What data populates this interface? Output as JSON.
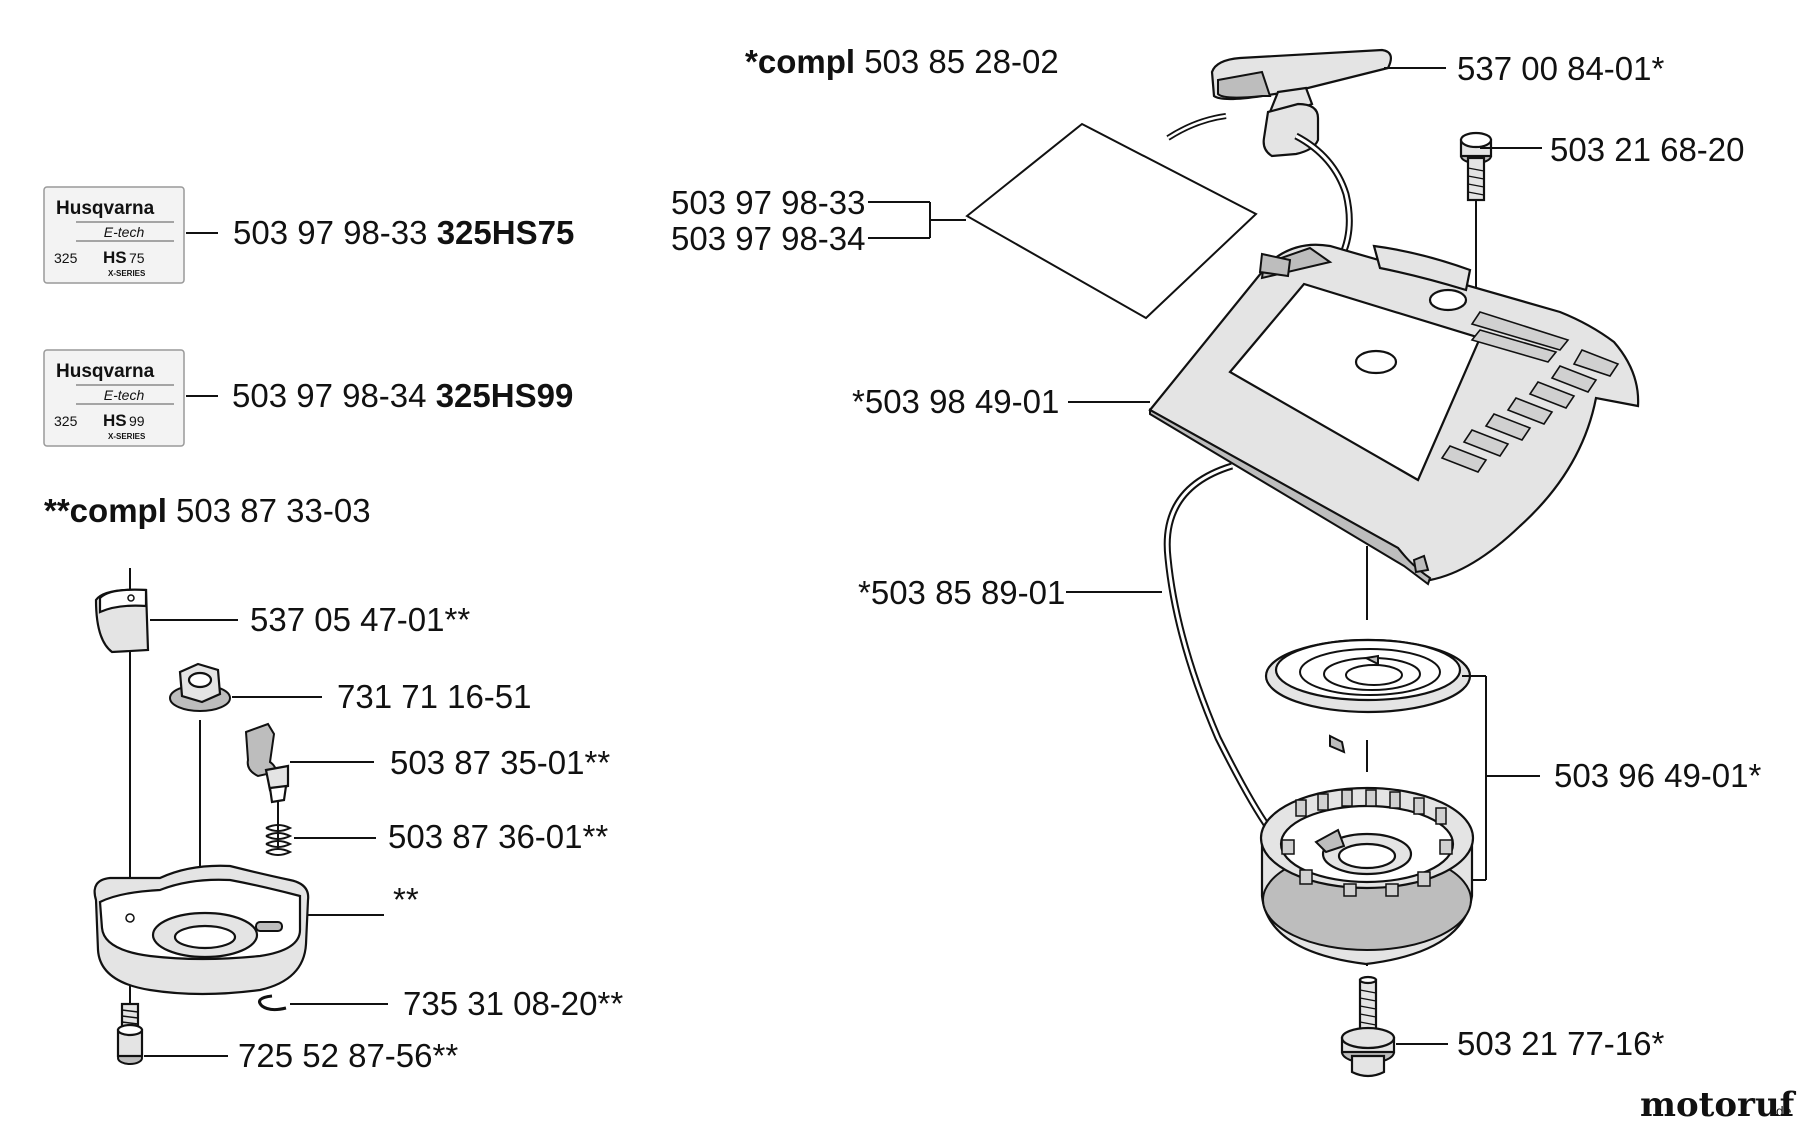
{
  "headers": {
    "compl_main_prefix": "*compl",
    "compl_main_number": "503 85 28-02",
    "compl_sub_prefix": "**compl",
    "compl_sub_number": "503 87 33-03"
  },
  "decals": [
    {
      "brand": "Husqvarna",
      "sub": "E-tech",
      "model_num": "325",
      "series_a": "HS",
      "series_b": "75",
      "series_c": "X-SERIES",
      "part": "503 97 98-33",
      "variant": "325HS75"
    },
    {
      "brand": "Husqvarna",
      "sub": "E-tech",
      "model_num": "325",
      "series_a": "HS",
      "series_b": "99",
      "series_c": "X-SERIES",
      "part": "503 97 98-34",
      "variant": "325HS99"
    }
  ],
  "parts_right": {
    "handle": "537 00 84-01*",
    "screw_top": "503 21 68-20",
    "decal_a": "503 97 98-33",
    "decal_b": "503 97 98-34",
    "cover": "*503 98 49-01",
    "rope": "*503 85 89-01",
    "spring_pulley": "503 96 49-01*",
    "screw_bottom": "503 21 77-16*"
  },
  "parts_left": {
    "pawl": "537 05 47-01**",
    "nut": "731 71 16-51",
    "lever": "503 87 35-01**",
    "spring": "503 87 36-01**",
    "housing": "**",
    "circlip": "735 31 08-20**",
    "screw": "725 52 87-56**"
  },
  "watermark": {
    "main": "motoruf",
    "suffix": ".de"
  }
}
